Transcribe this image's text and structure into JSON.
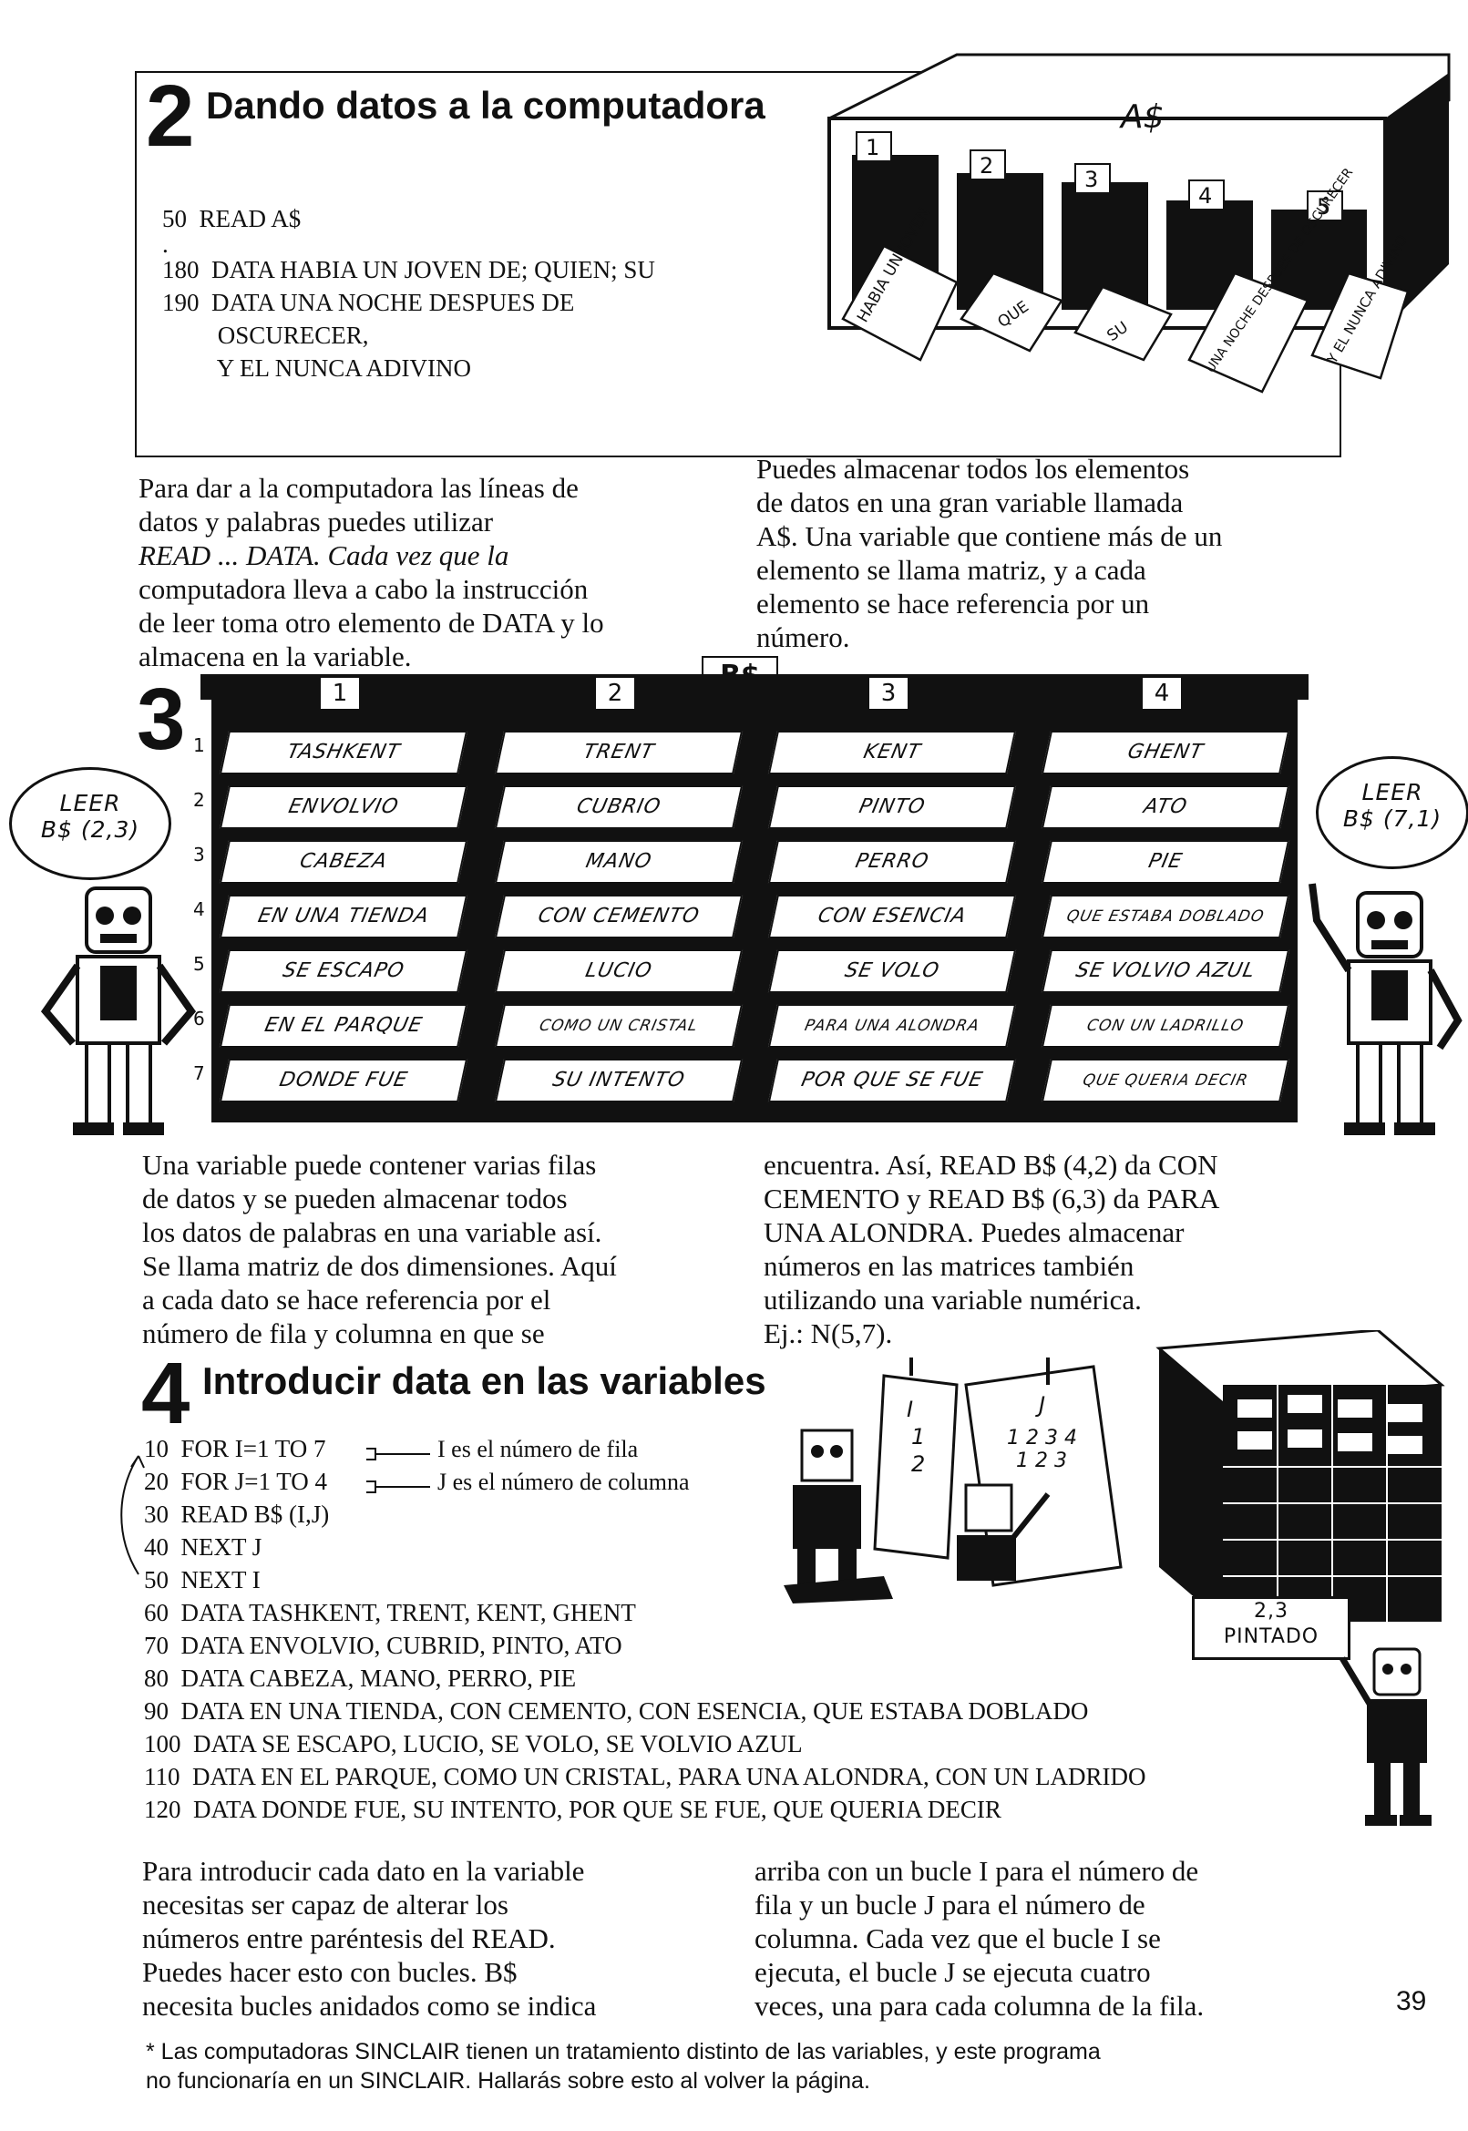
{
  "section2": {
    "number": "2",
    "title": "Dando datos a la computadora",
    "code": [
      "50  READ A$",
      ".",
      "180  DATA HABIA UN JOVEN DE; QUIEN; SU",
      "190  DATA UNA NOCHE DESPUES DE",
      "         OSCURECER,",
      "         Y EL NUNCA ADIVINO"
    ],
    "drawer_label": "A$",
    "slot_numbers": [
      "1",
      "2",
      "3",
      "4",
      "5"
    ],
    "slips": [
      "HABIA UN JOVEN",
      "QUE",
      "SU",
      "UNA NOCHE DESPUES DE OSCURECER",
      "Y EL NUNCA ADIVINO"
    ],
    "text_left": [
      "Para dar a la computadora las líneas de",
      "datos y palabras puedes utilizar",
      "READ ... DATA. Cada vez que la",
      "computadora lleva a cabo la instrucción",
      "de leer toma otro elemento de DATA y lo",
      "almacena en la variable."
    ],
    "text_right": [
      "Puedes almacenar todos los elementos",
      "de datos en una gran variable llamada",
      "A$. Una variable que contiene más de un",
      "elemento se llama matriz, y a cada",
      "elemento se hace referencia por un",
      "número."
    ]
  },
  "section3": {
    "number": "3",
    "grid_label": "B$",
    "column_numbers": [
      "1",
      "2",
      "3",
      "4"
    ],
    "row_numbers": [
      "1",
      "2",
      "3",
      "4",
      "5",
      "6",
      "7"
    ],
    "cells": [
      [
        "TASHKENT",
        "TRENT",
        "KENT",
        "GHENT"
      ],
      [
        "ENVOLVIO",
        "CUBRIO",
        "PINTO",
        "ATO"
      ],
      [
        "CABEZA",
        "MANO",
        "PERRO",
        "PIE"
      ],
      [
        "EN UNA TIENDA",
        "CON CEMENTO",
        "CON ESENCIA",
        "QUE ESTABA DOBLADO"
      ],
      [
        "SE ESCAPO",
        "LUCIO",
        "SE VOLO",
        "SE VOLVIO AZUL"
      ],
      [
        "EN EL PARQUE",
        "COMO UN CRISTAL",
        "PARA UNA ALONDRA",
        "CON UN LADRILLO"
      ],
      [
        "DONDE FUE",
        "SU INTENTO",
        "POR QUE SE FUE",
        "QUE QUERIA DECIR"
      ]
    ],
    "bubble_left": [
      "LEER",
      "B$ (2,3)"
    ],
    "bubble_right": [
      "LEER",
      "B$ (7,1)"
    ],
    "text_left": [
      "Una variable puede contener varias filas",
      "de datos y se pueden almacenar todos",
      "los datos de palabras en una variable así.",
      "Se llama matriz de dos dimensiones. Aquí",
      "a cada dato se hace referencia por el",
      "número de fila y columna en que se"
    ],
    "text_right": [
      "encuentra. Así, READ B$ (4,2) da CON",
      "CEMENTO y READ B$ (6,3) da PARA",
      "UNA ALONDRA. Puedes almacenar",
      "números en las matrices también",
      "utilizando una variable numérica.",
      "Ej.: N(5,7)."
    ]
  },
  "section4": {
    "number": "4",
    "title": "Introducir data en las variables",
    "code": [
      "10  FOR I=1 TO 7",
      "20  FOR J=1 TO 4",
      "30  READ B$ (I,J)",
      "40  NEXT J",
      "50  NEXT I",
      "60  DATA TASHKENT, TRENT, KENT, GHENT",
      "70  DATA ENVOLVIO, CUBRID, PINTO, ATO",
      "80  DATA CABEZA, MANO, PERRO, PIE",
      "90  DATA EN UNA TIENDA, CON CEMENTO, CON ESENCIA, QUE ESTABA DOBLADO",
      "100  DATA SE ESCAPO, LUCIO, SE VOLO, SE VOLVIO AZUL",
      "110  DATA EN EL PARQUE, COMO UN CRISTAL, PARA UNA ALONDRA, CON UN LADRIDO",
      "120  DATA DONDE FUE, SU INTENTO, POR QUE SE FUE, QUE QUERIA DECIR"
    ],
    "note_i": "I es el número de fila",
    "note_j": "J es el número de columna",
    "board_i": [
      "I",
      "1",
      "2"
    ],
    "board_j": [
      "J",
      "1 2 3 4",
      "1 2 3"
    ],
    "sign": [
      "2,3",
      "PINTADO"
    ],
    "text_left": [
      "Para introducir cada dato en la variable",
      "necesitas ser capaz de alterar los",
      "números entre paréntesis del READ.",
      "Puedes hacer esto con bucles. B$",
      "necesita bucles anidados como se indica"
    ],
    "text_right": [
      "arriba con un bucle I para el número de",
      "fila y un bucle J para el número de",
      "columna. Cada vez que el bucle I se",
      "ejecuta, el bucle J se ejecuta cuatro",
      "veces, una para cada columna de la fila."
    ]
  },
  "page_number": "39",
  "footnote": [
    "* Las computadoras SINCLAIR tienen un tratamiento distinto de las variables, y este programa",
    "no funcionaría en un SINCLAIR. Hallarás sobre esto al volver la página."
  ]
}
